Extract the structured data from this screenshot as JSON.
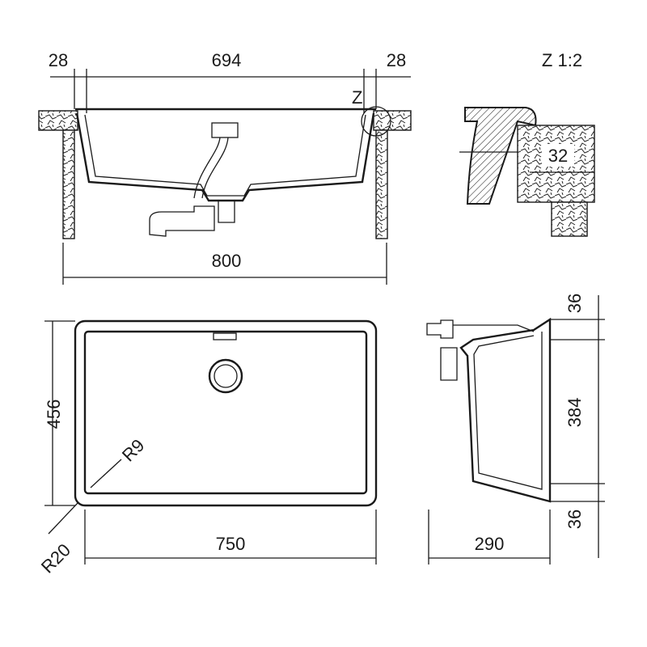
{
  "drawing": {
    "scale_label": "Z 1:2",
    "detail_marker": "Z",
    "front_view": {
      "left_rim": "28",
      "inner_width": "694",
      "right_rim": "28",
      "cabinet_width": "800"
    },
    "plan_view": {
      "depth": "456",
      "inner_radius": "R9",
      "outer_radius": "R20",
      "width": "750"
    },
    "side_view": {
      "top_rim": "36",
      "bowl_depth": "384",
      "bottom_rim": "36",
      "height": "290"
    },
    "detail": {
      "worktop_thickness": "32"
    }
  }
}
